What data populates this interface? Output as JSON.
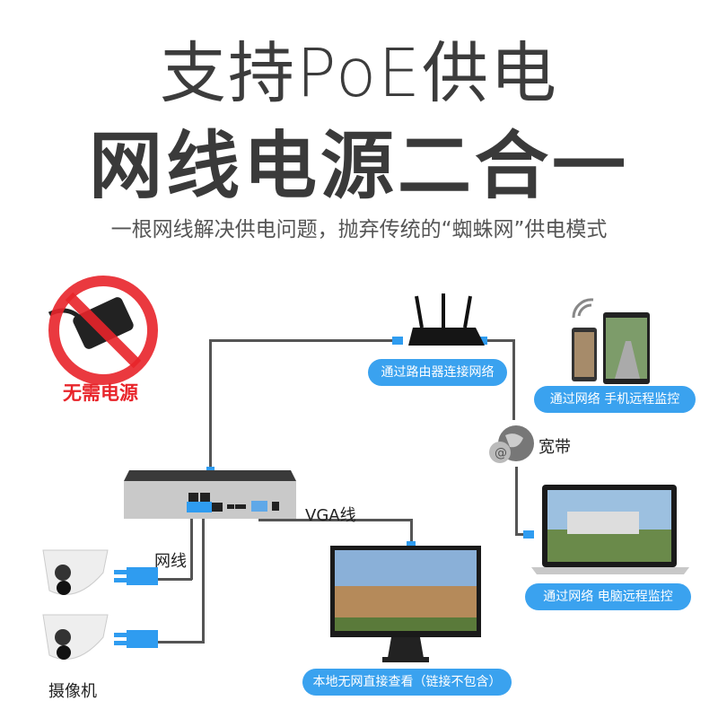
{
  "headline": "支持PoE供电",
  "headline2": "网线电源二合一",
  "subtitle": "一根网线解决供电问题，抛弃传统的“蜘蛛网”供电模式",
  "no_power_label": "无需电源",
  "router_pill": "通过路由器连接网络",
  "phone_pill": "通过网络 手机远程监控",
  "broadband_label": "宽带",
  "vga_label": "VGA线",
  "cable_label": "网线",
  "camera_label": "摄像机",
  "pc_pill": "通过网络 电脑远程监控",
  "monitor_pill": "本地无网直接查看（链接不包含）",
  "colors": {
    "accent": "#3aa2ef",
    "warning": "#e8242a"
  }
}
